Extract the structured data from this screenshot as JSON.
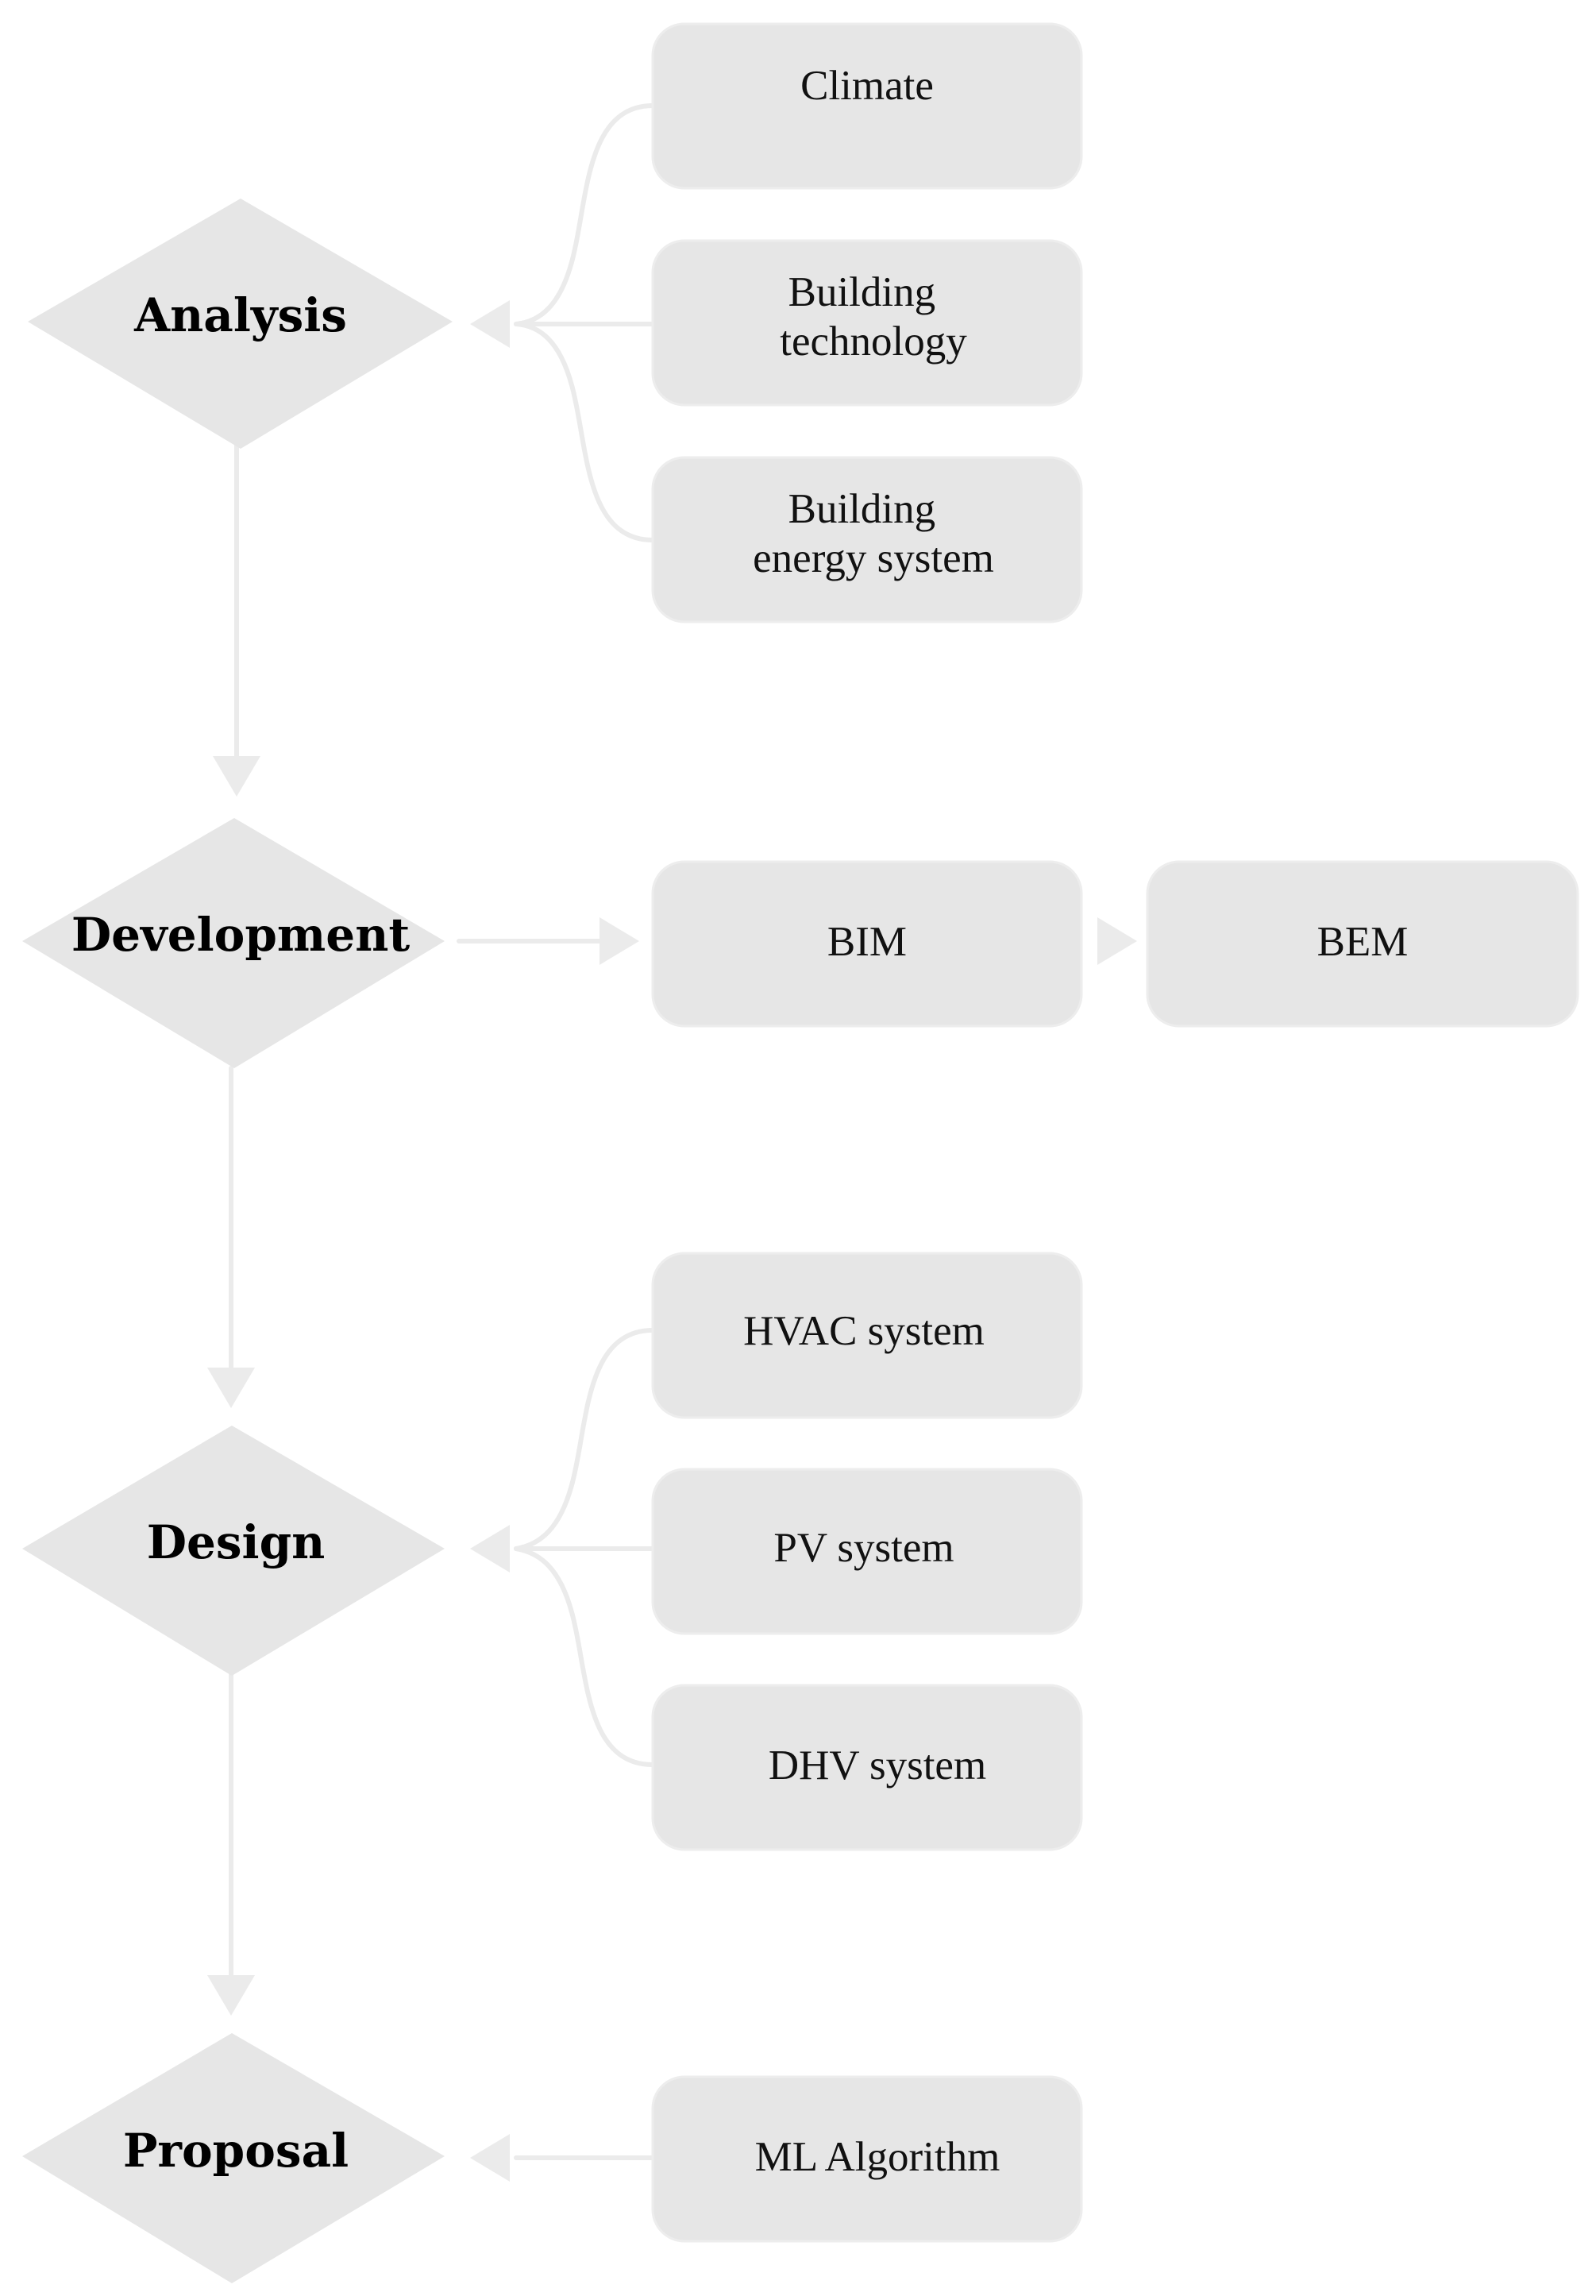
{
  "stages": [
    {
      "label": "Analysis"
    },
    {
      "label": "Development"
    },
    {
      "label": "Design"
    },
    {
      "label": "Proposal"
    }
  ],
  "boxes": [
    {
      "lines": [
        "Climate"
      ]
    },
    {
      "lines": [
        "Building",
        "technology"
      ]
    },
    {
      "lines": [
        "Building",
        "energy system"
      ]
    },
    {
      "lines": [
        "BIM"
      ]
    },
    {
      "lines": [
        "BEM"
      ]
    },
    {
      "lines": [
        "HVAC system"
      ]
    },
    {
      "lines": [
        "PV system"
      ]
    },
    {
      "lines": [
        "DHV system"
      ]
    },
    {
      "lines": [
        "ML Algorithm"
      ]
    }
  ],
  "colors": {
    "shape_fill": "#e6e6e6",
    "connector": "#ebebeb",
    "text": "#000000"
  }
}
